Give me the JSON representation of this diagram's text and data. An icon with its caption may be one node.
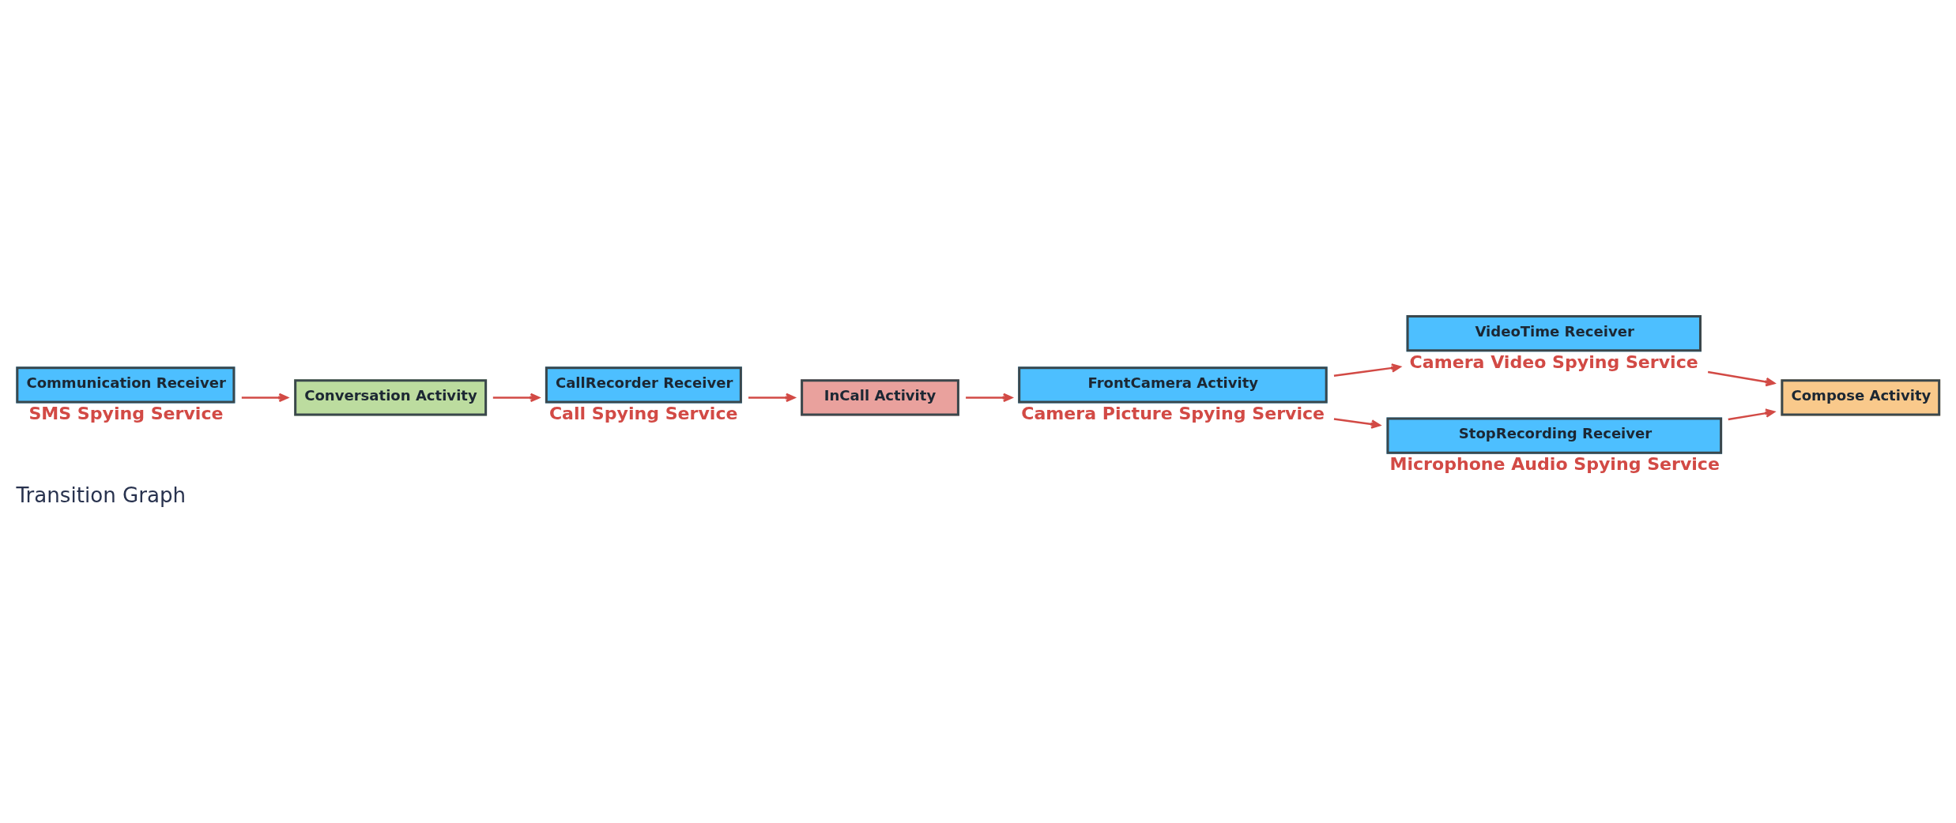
{
  "diagram": {
    "title": "Transition Graph",
    "nodes": [
      {
        "text": [
          "Communication Receiver"
        ],
        "beside": [
          "SMS Spying Service"
        ]
      },
      {
        "text": [
          "Conversation Activity"
        ]
      },
      {
        "text": [
          "CallRecorder Receiver"
        ],
        "beside": [
          "Call Spying Service"
        ]
      },
      {
        "text": [
          "InCall Activity"
        ]
      },
      {
        "text": [
          "FrontCamera Activity"
        ],
        "beside": [
          "Camera Picture Spying Service"
        ]
      },
      {
        "text": [
          "VideoTime Receiver"
        ],
        "beside": [
          "Camera Video Spying Service"
        ]
      },
      {
        "text": [
          "StopRecording Receiver"
        ],
        "beside": [
          "Microphone Audio Spying Service"
        ]
      },
      {
        "text": [
          "Compose Activity"
        ]
      }
    ],
    "edges": [
      {
        "from": 0,
        "to": 1,
        "arrow": "to"
      },
      {
        "from": 1,
        "to": 2,
        "arrow": "to"
      },
      {
        "from": 2,
        "to": 3,
        "arrow": "to"
      },
      {
        "from": 3,
        "to": 4,
        "arrow": "to"
      },
      {
        "from": 4,
        "to": 5,
        "arrow": "to"
      },
      {
        "from": 4,
        "to": 6,
        "arrow": "to"
      },
      {
        "from": 5,
        "to": 7,
        "arrow": "to"
      },
      {
        "from": 6,
        "to": 7,
        "arrow": "to"
      }
    ]
  }
}
